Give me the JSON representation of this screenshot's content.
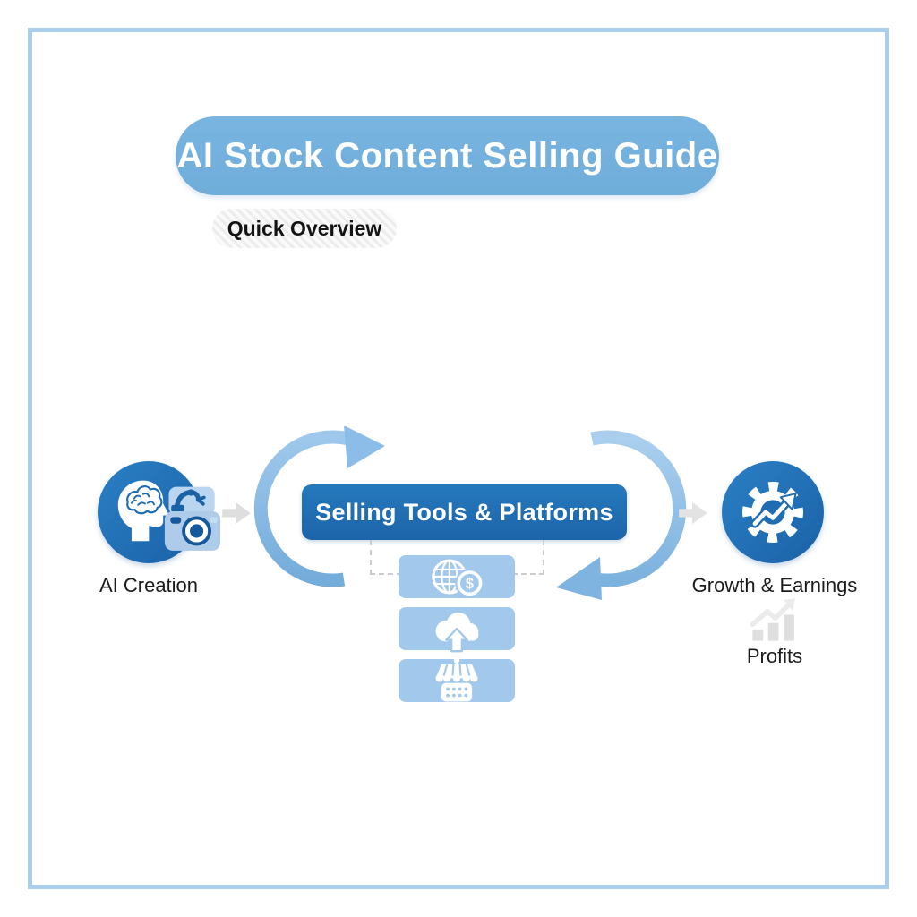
{
  "header": {
    "title": "AI Stock Content Selling Guide",
    "subtitle": "Quick Overview"
  },
  "flow": {
    "left_node": {
      "label": "AI Creation",
      "icons": [
        "brain-head-icon",
        "robot-arm-icon",
        "camera-icon"
      ]
    },
    "banner": {
      "label": "Selling Tools & Platforms"
    },
    "boxes": [
      {
        "icon": "globe-dollar-icon",
        "coin_symbol": "$"
      },
      {
        "icon": "cloud-upload-icon"
      },
      {
        "icon": "market-stall-icon"
      }
    ],
    "right_node": {
      "label": "Growth & Earnings",
      "icon": "gear-growth-arrow-icon"
    },
    "profits": {
      "label": "Profits",
      "icon": "bar-chart-up-icon"
    }
  },
  "colors": {
    "frame_border": "#a9cdec",
    "title_pill_blue": "#72afdc",
    "banner_blue": "#2173b7",
    "node_blue": "#2176bd",
    "light_box_blue": "#a2c9ec",
    "arc_blue": "#8cbde8",
    "gray_arrow": "#dedede",
    "profit_gray": "#dfdfdf",
    "text_dark": "#1b1b1b"
  }
}
